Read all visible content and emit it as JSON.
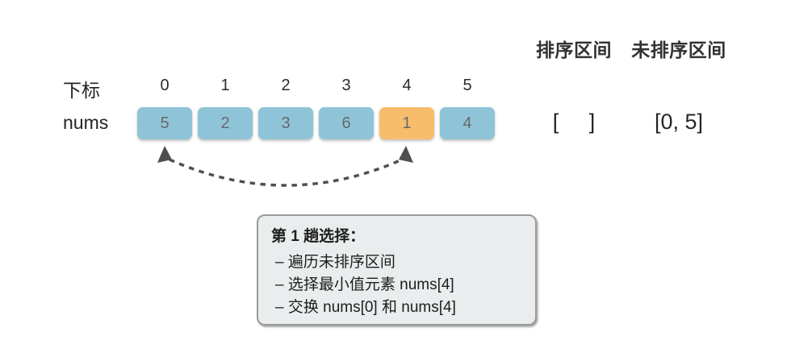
{
  "headers": {
    "sorted": "排序区间",
    "unsorted": "未排序区间"
  },
  "array": {
    "index_label": "下标",
    "nums_label": "nums",
    "indices": [
      "0",
      "1",
      "2",
      "3",
      "4",
      "5"
    ],
    "cells": [
      {
        "value": "5",
        "highlight": false
      },
      {
        "value": "2",
        "highlight": false
      },
      {
        "value": "3",
        "highlight": false
      },
      {
        "value": "6",
        "highlight": false
      },
      {
        "value": "1",
        "highlight": true
      },
      {
        "value": "4",
        "highlight": false
      }
    ]
  },
  "intervals": {
    "sorted": "[     ]",
    "unsorted": "[0, 5]"
  },
  "arrow": {
    "type": "dashed-curved-double-arrow",
    "from_index": 0,
    "to_index": 4
  },
  "note": {
    "title": "第 1 趟选择：",
    "items": [
      "– 遍历未排序区间",
      "– 选择最小值元素 nums[4]",
      "– 交换 nums[0] 和 nums[4]"
    ]
  },
  "colors": {
    "cell_blue": "#8FC4D8",
    "cell_orange": "#F8BD6C",
    "cell_text": "#66696c",
    "arrow": "#4f4f4f",
    "note_bg": "#E9EDEE",
    "note_border": "#9B9B9B",
    "note_text": "#1e1e1e"
  }
}
